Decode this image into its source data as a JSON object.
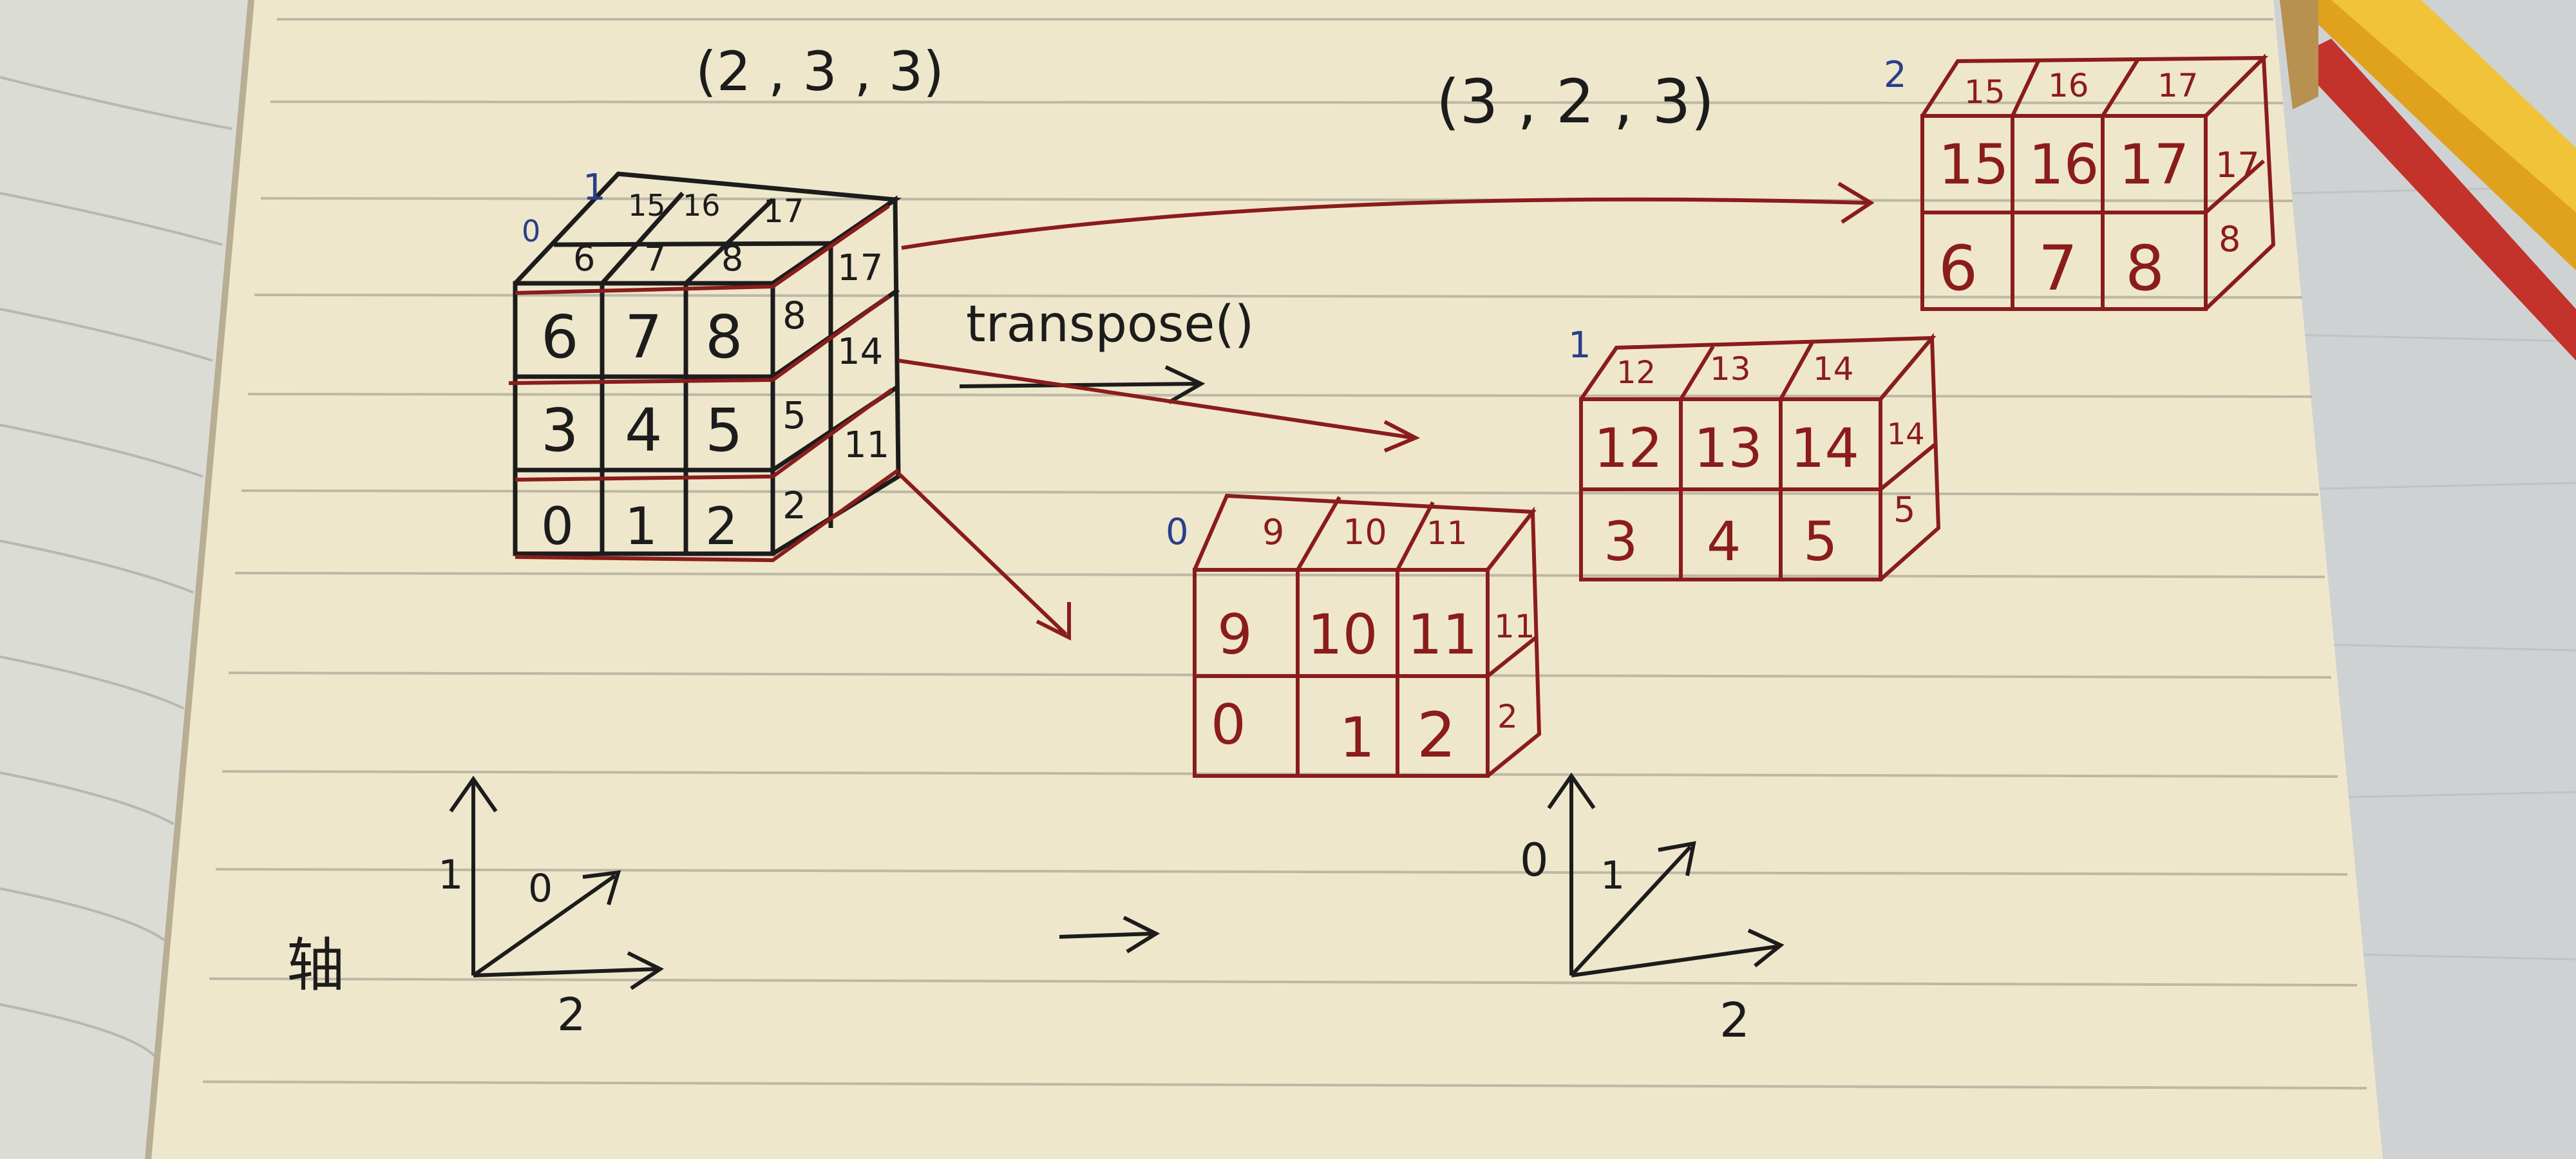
{
  "note": {
    "shape_left": "(2 , 3 , 3)",
    "shape_right": "(3 , 2 , 3)",
    "transpose_label": "transpose()",
    "axis_word": "轴",
    "colors": {
      "paper": "#efe7cc",
      "ink": "#1c1c1c",
      "red_ink": "#8a1c1c",
      "rule": "#b9b6aa",
      "table": "#cfd2d2"
    }
  },
  "cube": {
    "layer_index_back": "1",
    "layer_index_front": "0",
    "top_back": [
      "15",
      "16",
      "17"
    ],
    "top_front": [
      "6",
      "7",
      "8"
    ],
    "front_rows": [
      [
        "6",
        "7",
        "8"
      ],
      [
        "3",
        "4",
        "5"
      ],
      [
        "0",
        "1",
        "2"
      ]
    ],
    "side_front": [
      "8",
      "5",
      "2"
    ],
    "side_back": [
      "17",
      "14",
      "11"
    ]
  },
  "slices": [
    {
      "index": "2",
      "top": [
        "15",
        "16",
        "17"
      ],
      "rows": [
        [
          "15",
          "16",
          "17"
        ],
        [
          "6",
          "7",
          "8"
        ]
      ],
      "side": [
        "17",
        "8"
      ]
    },
    {
      "index": "1",
      "top": [
        "12",
        "13",
        "14"
      ],
      "rows": [
        [
          "12",
          "13",
          "14"
        ],
        [
          "3",
          "4",
          "5"
        ]
      ],
      "side": [
        "14",
        "5"
      ]
    },
    {
      "index": "0",
      "top": [
        "9",
        "10",
        "11"
      ],
      "rows": [
        [
          "9",
          "10",
          "11"
        ],
        [
          "0",
          "1",
          "2"
        ]
      ],
      "side": [
        "11",
        "2"
      ]
    }
  ],
  "axes_before": {
    "vertical": "1",
    "diagonal": "0",
    "horizontal": "2"
  },
  "axes_after": {
    "vertical": "0",
    "diagonal": "1",
    "horizontal": "2"
  }
}
